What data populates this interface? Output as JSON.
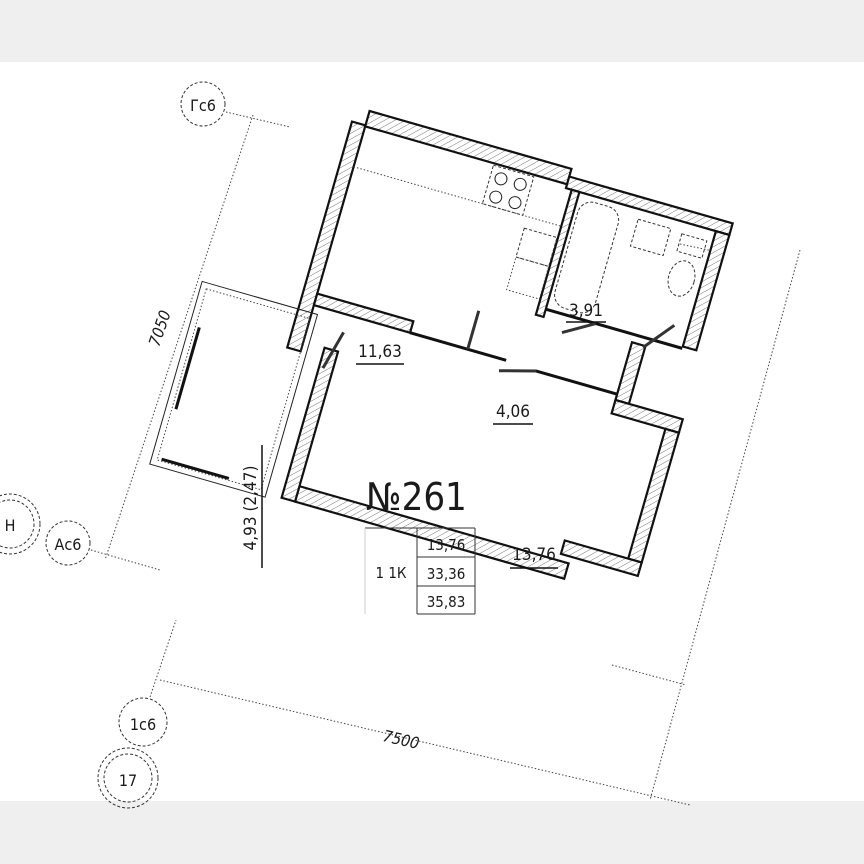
{
  "apartment": {
    "number": "№261",
    "type": "1 1К",
    "areas_table": [
      "13,76",
      "33,36",
      "35,83"
    ]
  },
  "rooms": {
    "kitchen_area": "11,63",
    "bathroom_area": "3,91",
    "hallway_area": "4,06",
    "living_room_area": "13,76",
    "balcony_area": "4,93 (2,47)"
  },
  "dimensions": {
    "vertical": "7050",
    "horizontal": "7500"
  },
  "axes": {
    "top": "Гс6",
    "left_outer": "Н",
    "left": "Ас6",
    "bottom": "1с6",
    "bottom_outer": "17"
  },
  "colors": {
    "background": "#efefef",
    "sheet": "#ffffff",
    "lines": "#111111"
  }
}
